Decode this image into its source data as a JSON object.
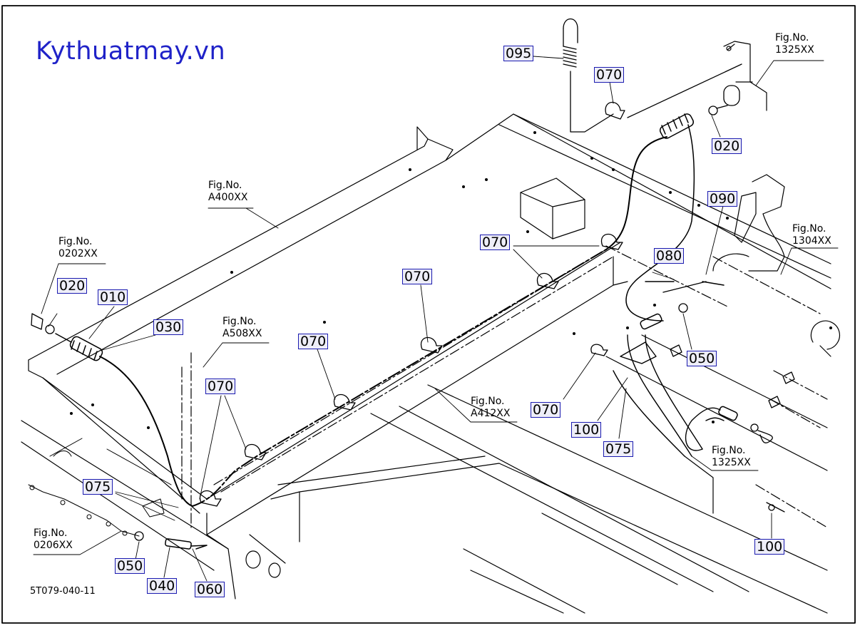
{
  "watermark": "Kythuatmay.vn",
  "drawing_code": "5T079-040-11",
  "parts": [
    {
      "id": "p095",
      "label": "095"
    },
    {
      "id": "p070a",
      "label": "070"
    },
    {
      "id": "p020a",
      "label": "020"
    },
    {
      "id": "p090",
      "label": "090"
    },
    {
      "id": "p080",
      "label": "080"
    },
    {
      "id": "p070b",
      "label": "070"
    },
    {
      "id": "p070c",
      "label": "070"
    },
    {
      "id": "p070d",
      "label": "070"
    },
    {
      "id": "p070e",
      "label": "070"
    },
    {
      "id": "p070f",
      "label": "070"
    },
    {
      "id": "p050a",
      "label": "050"
    },
    {
      "id": "p100a",
      "label": "100"
    },
    {
      "id": "p075a",
      "label": "075"
    },
    {
      "id": "p100b",
      "label": "100"
    },
    {
      "id": "p020b",
      "label": "020"
    },
    {
      "id": "p010",
      "label": "010"
    },
    {
      "id": "p030",
      "label": "030"
    },
    {
      "id": "p075b",
      "label": "075"
    },
    {
      "id": "p050b",
      "label": "050"
    },
    {
      "id": "p040",
      "label": "040"
    },
    {
      "id": "p060",
      "label": "060"
    }
  ],
  "figrefs": [
    {
      "id": "f1325a",
      "line1": "Fig.No.",
      "line2": "1325XX"
    },
    {
      "id": "fA400",
      "line1": "Fig.No.",
      "line2": "A400XX"
    },
    {
      "id": "f1304",
      "line1": "Fig.No.",
      "line2": "1304XX"
    },
    {
      "id": "f0202",
      "line1": "Fig.No.",
      "line2": "0202XX"
    },
    {
      "id": "fA508",
      "line1": "Fig.No.",
      "line2": "A508XX"
    },
    {
      "id": "fA412",
      "line1": "Fig.No.",
      "line2": "A412XX"
    },
    {
      "id": "f1325b",
      "line1": "Fig.No.",
      "line2": "1325XX"
    },
    {
      "id": "f0206",
      "line1": "Fig.No.",
      "line2": "0206XX"
    }
  ]
}
